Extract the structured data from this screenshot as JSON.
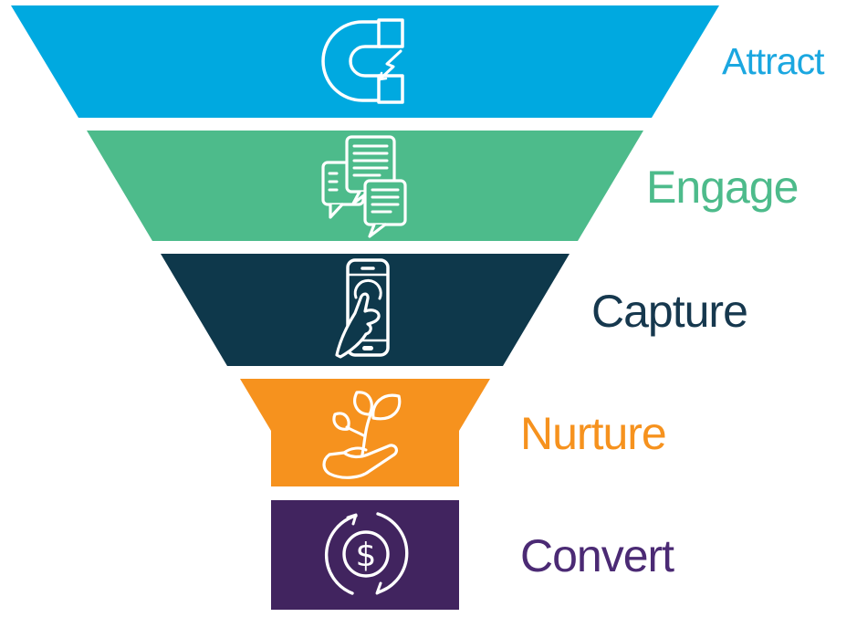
{
  "funnel": {
    "background": "#FFFFFF",
    "icon_color": "#FFFFFF",
    "stages": [
      {
        "label": "Attract",
        "color": "#00A9E0",
        "label_color": "#1BA7E0",
        "icon": "magnet-icon"
      },
      {
        "label": "Engage",
        "color": "#4DBB8B",
        "label_color": "#4DBB8B",
        "icon": "chat-bubbles-icon"
      },
      {
        "label": "Capture",
        "color": "#0E384B",
        "label_color": "#16384E",
        "icon": "phone-tap-icon"
      },
      {
        "label": "Nurture",
        "color": "#F6921E",
        "label_color": "#F6921E",
        "icon": "plant-in-hand-icon"
      },
      {
        "label": "Convert",
        "color": "#41245F",
        "label_color": "#4B2A74",
        "icon": "dollar-cycle-icon"
      }
    ]
  }
}
